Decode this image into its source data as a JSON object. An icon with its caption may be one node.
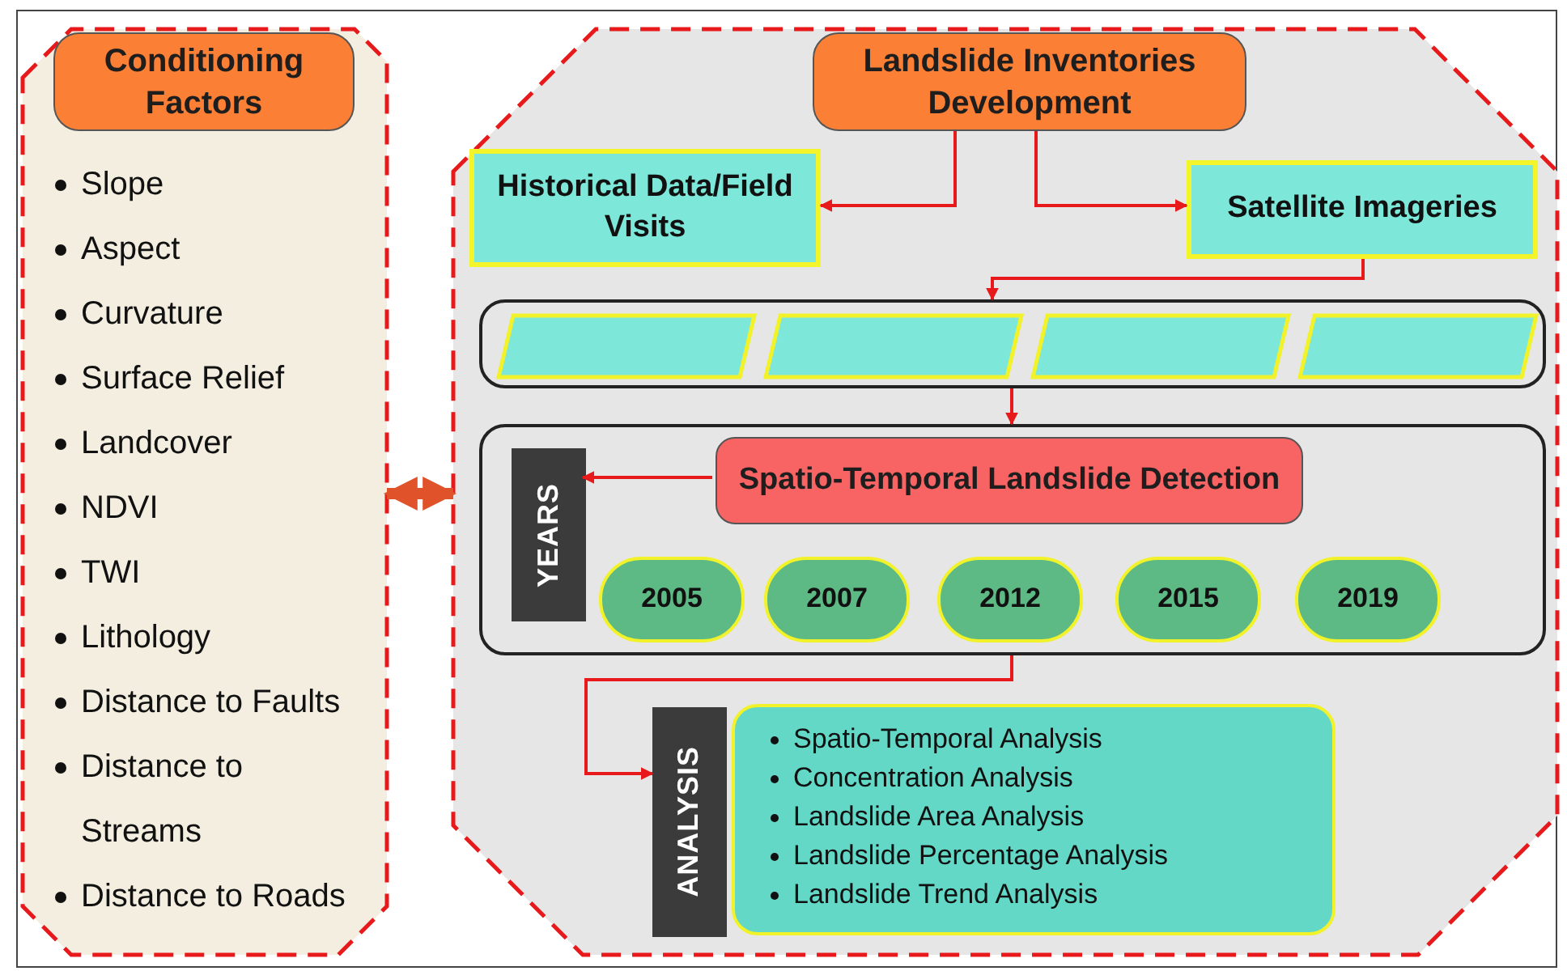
{
  "diagram": {
    "nodes": [
      {
        "text": [
          "Slope",
          "Aspect",
          "Curvature",
          "Surface Relief",
          "Landcover",
          "NDVI",
          "TWI",
          "Lithology",
          "Distance to Faults",
          "Distance to Streams",
          "Distance to Roads"
        ]
      },
      {
        "text": [
          "Conditioning Factors"
        ],
        "in": 0
      },
      {
        "text": [],
        "shape": "octagon"
      },
      {
        "text": [
          "Landslide Inventories Development"
        ],
        "in": 2
      },
      {
        "text": [
          "Historical Data/Field Visits"
        ],
        "in": 2
      },
      {
        "text": [
          "Satellite Imageries"
        ],
        "in": 2
      },
      {
        "text": [],
        "shape": "box",
        "in": 2
      },
      {
        "text": [],
        "shape": "parallelogram",
        "in": 6
      },
      {
        "text": [],
        "shape": "parallelogram",
        "in": 6
      },
      {
        "text": [],
        "shape": "parallelogram",
        "in": 6
      },
      {
        "text": [],
        "shape": "parallelogram",
        "in": 6
      },
      {
        "text": [],
        "shape": "box",
        "in": 2
      },
      {
        "text": [
          "YEARS"
        ],
        "in": 11
      },
      {
        "text": [
          "Spatio-Temporal Landslide Detection"
        ],
        "in": 11
      },
      {
        "text": [
          "2005"
        ],
        "in": 11
      },
      {
        "text": [
          "2007"
        ],
        "in": 11
      },
      {
        "text": [
          "2012"
        ],
        "in": 11
      },
      {
        "text": [
          "2015"
        ],
        "in": 11
      },
      {
        "text": [
          "2019"
        ],
        "in": 11
      },
      {
        "text": [
          "ANALYSIS"
        ],
        "in": 2
      },
      {
        "text": [
          "Spatio-Temporal Analysis",
          "Concentration Analysis",
          "Landslide Area Analysis",
          "Landslide Percentage Analysis",
          "Landslide Trend Analysis"
        ],
        "in": 2
      }
    ],
    "edges": [
      {
        "from": 0,
        "to": 2,
        "arrow": "both",
        "style": "thick",
        "color": "#e0522a"
      },
      {
        "from": 3,
        "to": 4,
        "arrow": "to"
      },
      {
        "from": 3,
        "to": 5,
        "arrow": "to"
      },
      {
        "from": 5,
        "to": 6,
        "arrow": "to"
      },
      {
        "from": 6,
        "to": 11,
        "arrow": "to"
      },
      {
        "from": 13,
        "to": 12,
        "arrow": "to"
      },
      {
        "from": 11,
        "to": 19,
        "arrow": "to"
      }
    ]
  }
}
